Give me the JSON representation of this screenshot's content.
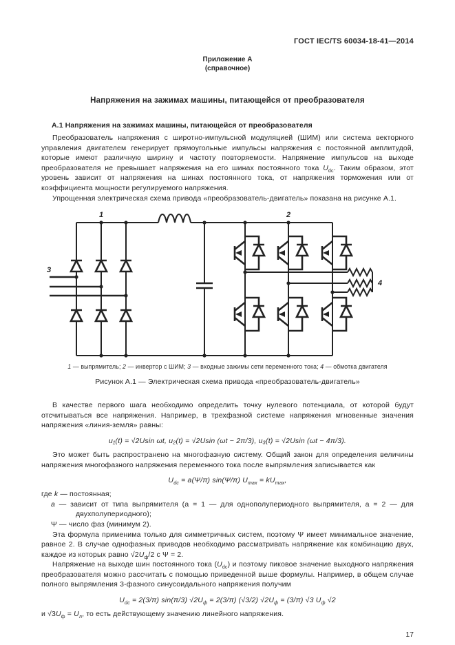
{
  "header": {
    "doc_code": "ГОСТ IEC/TS 60034-18-41—2014"
  },
  "appendix": {
    "label": "Приложение А",
    "kind": "(справочное)"
  },
  "title": "Напряжения на зажимах машины, питающейся от преобразователя",
  "section_heading": "А.1 Напряжения на зажимах машины, питающейся от преобразователя",
  "paragraphs": {
    "p1a": "Преобразователь напряжения с широтно-импульсной модуляцией (ШИМ) или система векторного управления двигателем генерирует прямоугольные импульсы напряжения с постоянной амплитудой, которые имеют различную ширину и частоту повторяемости. Напряжение импульсов на выходе преобразователя не превышает напряжения на его шинах постоянного тока ",
    "p1_var": "U",
    "p1_sub": "dc",
    "p1b": ". Таким образом, этот уровень зависит от напряжения на шинах постоянного тока, от напряжения торможения или от коэффициента мощности регулируемого напряжения.",
    "p2": "Упрощенная электрическая схема привода «преобразователь-двигатель» показана на рисунке А.1.",
    "p3": "В качестве первого шага необходимо определить точку нулевого потенциала, от которой будут отсчитываться все напряжения. Например, в трехфазной системе напряжения мгновенные значения напряжения «линия-земля» равны:",
    "p4": "Это может быть распространено на многофазную систему. Общий закон для определения величины напряжения многофазного напряжения переменного тока после выпрямления записывается как",
    "p5a": "Эта формула применима только для симметричных систем, поэтому Ψ имеет минимальное значение, равное 2. В случае однофазных приводов необходимо рассматривать напряжение как комбинацию двух, каждое из которых равно √2",
    "p5_var": "U",
    "p5_sub": "ф",
    "p5b": "/2 с Ψ = 2.",
    "p6a": "Напряжение на выходе шин постоянного тока (",
    "p6_var": "U",
    "p6_sub": "dc",
    "p6b": ") и поэтому пиковое значение выходного напряжения преобразователя можно рассчитать с помощью приведенной выше формулы. Например, в общем случае полного выпрямления 3-фазного синусоидального напряжения получим",
    "p7a": "и √3",
    "p7_var1": "U",
    "p7_sub1": "ф",
    "p7b": " = ",
    "p7_var2": "U",
    "p7_sub2": "л",
    "p7c": ", то есть действующему значению линейного напряжения."
  },
  "figure": {
    "ref_labels": {
      "rectifier": "1",
      "inverter": "2",
      "ac_input": "3",
      "winding": "4"
    },
    "caption": {
      "n1": "1",
      "t1": " — выпрямитель; ",
      "n2": "2",
      "t2": " — инвертор с ШИМ; ",
      "n3": "3",
      "t3": " — входные зажимы сети переменного тока; ",
      "n4": "4",
      "t4": " — обмотка двигателя"
    },
    "title": "Рисунок А.1 — Электрическая схема привода «преобразователь-двигатель»"
  },
  "formulas": {
    "f1": "u₁(t) = √2Usin ωt, u₂(t) = √2Usin (ωt − 2π/3), u₃(t) = √2Usin (ωt − 4π/3).",
    "f2": {
      "a": "U",
      "b": "dc",
      "c": " = a(Ψ/π) sin(Ψ/π) ",
      "d": "U",
      "e": "max",
      "f": " = k",
      "g": "U",
      "h": "max",
      "i": ","
    },
    "f3": {
      "a": "U",
      "b": "dc",
      "c": " = 2(3/π) sin(π/3) √2",
      "d": "U",
      "e": "ф",
      "f": " = 2(3/π) (√3/2) √2",
      "g": "U",
      "h": "ф",
      "i": " = (3/π) √3 ",
      "j": "U",
      "k": "ф",
      "l": " √2"
    }
  },
  "where": {
    "lead": "где ",
    "k": "k",
    "k_def": " — постоянная;",
    "a": "a",
    "a_def": " — зависит от типа выпрямителя (a = 1 — для однополупериодного выпрямителя, a = 2 — для двухполупериодного);",
    "psi": "Ψ",
    "psi_def": " — число фаз (минимум 2)."
  },
  "page_number": "17"
}
